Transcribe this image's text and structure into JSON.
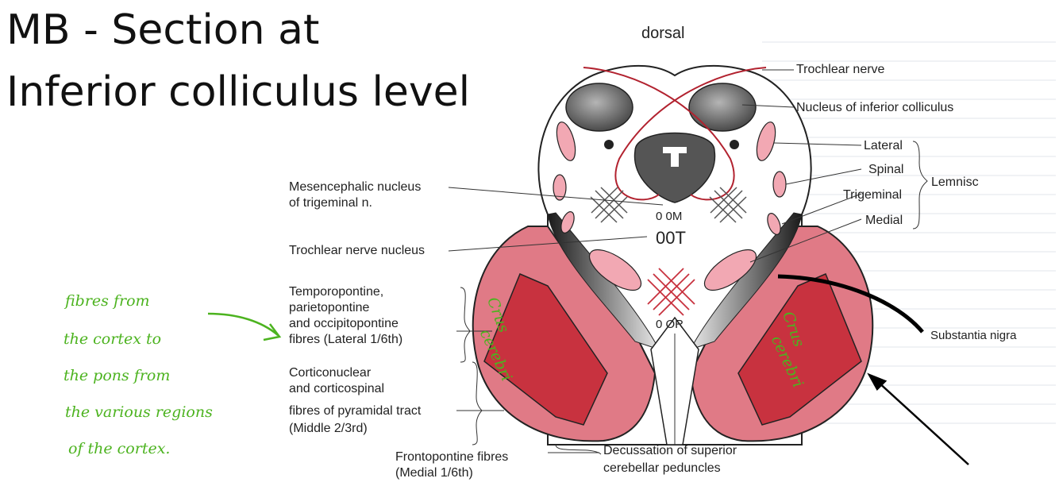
{
  "slide": {
    "title_line1": "MB - Section at",
    "title_line2": "Inferior colliculus level"
  },
  "labels": {
    "dorsal": "dorsal",
    "trochlear_nerve": "Trochlear nerve",
    "nucleus_inferior_colliculus": "Nucleus of inferior colliculus",
    "lateral": "Lateral",
    "spinal": "Spinal",
    "trigeminal": "Trigeminal",
    "medial": "Medial",
    "lemnisci": "Lemnisc",
    "mesencephalic_1": "Mesencephalic nucleus",
    "mesencephalic_2": "of trigeminal n.",
    "trochlear_nucleus": "Trochlear nerve nucleus",
    "temporo_1": "Temporopontine,",
    "temporo_2": "parietopontine",
    "temporo_3": "and occipitopontine",
    "temporo_4": "fibres (Lateral 1/6th)",
    "cortico_1": "Corticonuclear",
    "cortico_2": "and corticospinal",
    "cortico_3": "fibres of pyramidal tract",
    "cortico_4": "(Middle 2/3rd)",
    "fronto_1": "Frontopontine fibres",
    "fronto_2": "(Medial 1/6th)",
    "decussation_1": "Decussation of superior",
    "decussation_2": "cerebellar peduncles",
    "substantia_nigra": "Substantia nigra",
    "code_m": "0 0M",
    "code_t": "00T",
    "code_or": "0 OR"
  },
  "handwriting": {
    "note_lines": [
      "fibres from",
      "the cortex to",
      "the pons from",
      "the various regions",
      "of the cortex."
    ],
    "crus_left": [
      "Crus",
      "cerebri"
    ],
    "crus_right": [
      "Crus",
      "cerebri"
    ]
  },
  "colors": {
    "crus_dark": "#c8323f",
    "crus_light": "#e07a86",
    "pink": "#f2a8b3",
    "grey_nucleus": "#6b6b6b",
    "handwriting_green": "#4cb31f"
  }
}
